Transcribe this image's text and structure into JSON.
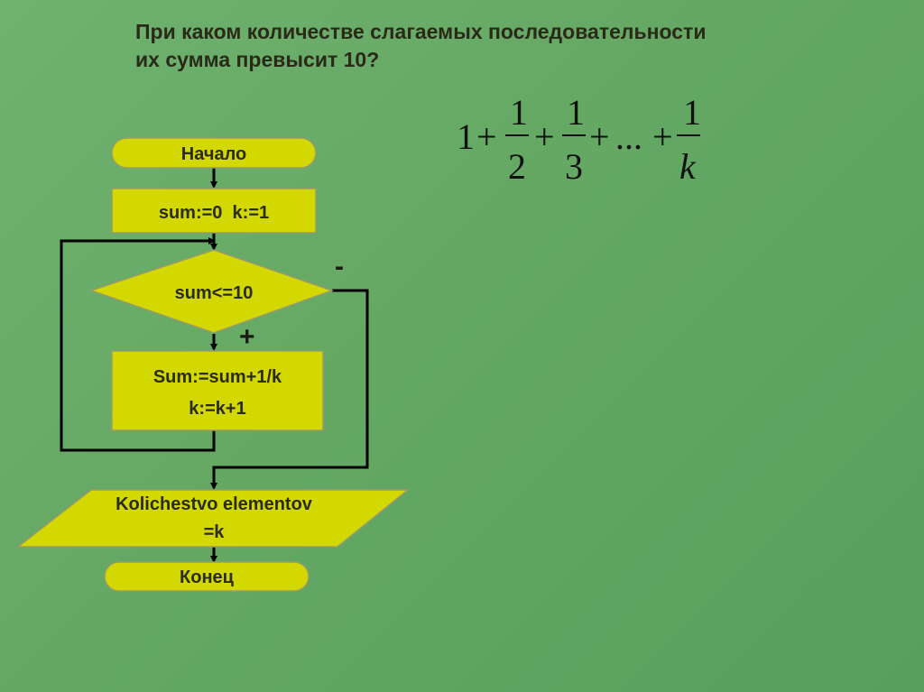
{
  "question": {
    "line1": "При каком количестве слагаемых последовательности",
    "line2": "их сумма  превысит 10?"
  },
  "formula": {
    "terms": [
      "1",
      "1/2",
      "1/3",
      "...",
      "1/k"
    ],
    "one": "1",
    "plus": "+",
    "ellipsis": "...",
    "num": "1",
    "den2": "2",
    "den3": "3",
    "denk": "k"
  },
  "flowchart": {
    "start": "Начало",
    "init": "sum:=0  k:=1",
    "condition": "sum<=10",
    "yes_label": "+",
    "no_label": "-",
    "body_line1": "Sum:=sum+1/k",
    "body_line2": "k:=k+1",
    "output_line1": "Kolichestvo elementov",
    "output_line2": "=k",
    "end": "Конец"
  },
  "colors": {
    "background": "#66aa66",
    "shape_fill": "#d3d800",
    "shape_stroke": "#9a9a6a",
    "line": "#000000"
  }
}
